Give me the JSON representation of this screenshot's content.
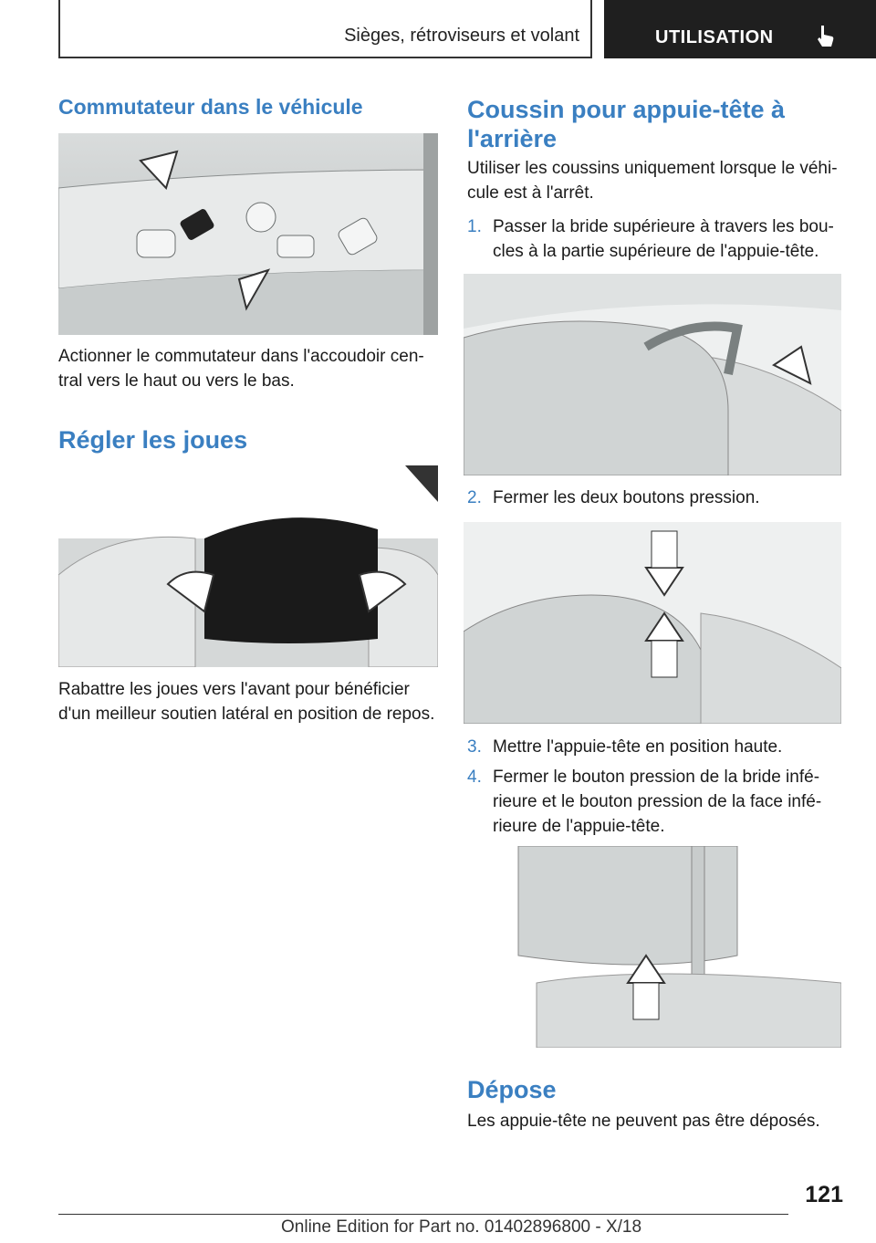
{
  "header": {
    "section": "Sièges, rétroviseurs et volant",
    "chapter": "UTILISATION",
    "chapter_icon": "pointing-hand-icon",
    "colors": {
      "chapter_bg": "#1f1f1f",
      "accent": "#3a7fc1"
    }
  },
  "left": {
    "switch_title": "Commutateur dans le véhicule",
    "switch_text": "Actionner le commutateur dans l'accoudoir cen-tral vers le haut ou vers le bas.",
    "cheeks_title": "Régler les joues",
    "cheeks_text": "Rabattre les joues vers l'avant pour bénéficier d'un meilleur soutien latéral en position de repos."
  },
  "right": {
    "cushion_title": "Coussin pour appuie-tête à l'arrière",
    "cushion_intro": "Utiliser les coussins uniquement lorsque le véhi-cule est à l'arrêt.",
    "steps": [
      {
        "num": "1.",
        "text": "Passer la bride supérieure à travers les bou-cles à la partie supérieure de l'appuie-tête."
      },
      {
        "num": "2.",
        "text": "Fermer les deux boutons pression."
      },
      {
        "num": "3.",
        "text": "Mettre l'appuie-tête en position haute."
      },
      {
        "num": "4.",
        "text": "Fermer le bouton pression de la bride infé-rieure et le bouton pression de la face infé-rieure de l'appuie-tête."
      }
    ],
    "removal_title": "Dépose",
    "removal_text": "Les appuie-tête ne peuvent pas être déposés."
  },
  "footer": {
    "page_number": "121",
    "edition": "Online Edition for Part no. 01402896800 - X/18"
  }
}
